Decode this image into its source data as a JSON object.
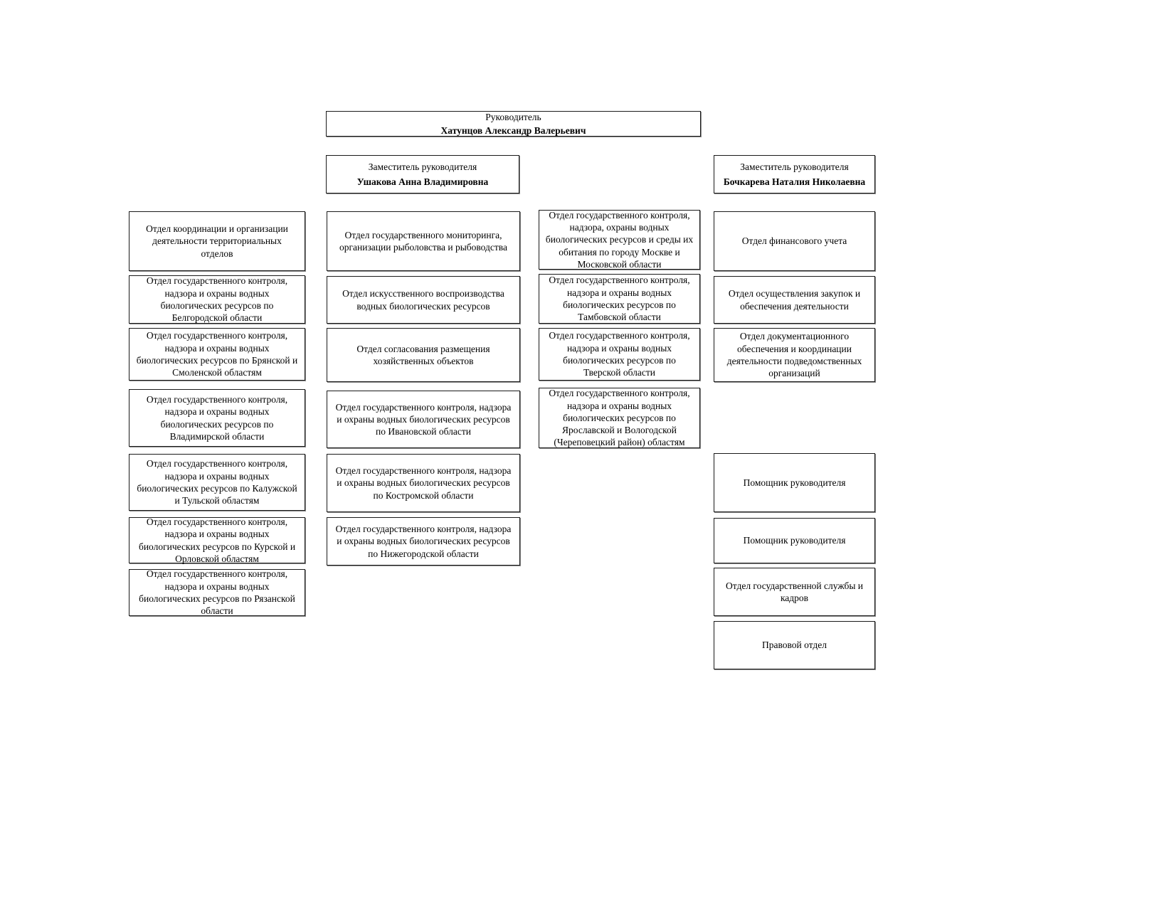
{
  "header": {
    "title": "Руководитель",
    "name": "Хатунцов Александр Валерьевич"
  },
  "deputies": [
    {
      "title": "Заместитель руководителя",
      "name": "Ушакова Анна Владимировна"
    },
    {
      "title": "Заместитель руководителя",
      "name": "Бочкарева Наталия Николаевна"
    }
  ],
  "columns": [
    {
      "boxes": [
        {
          "text": "Отдел координации и организации деятельности территориальных отделов"
        },
        {
          "text": "Отдел государственного контроля, надзора и охраны водных биологических ресурсов по Белгородской области"
        },
        {
          "text": "Отдел государственного контроля, надзора и охраны водных биологических ресурсов по Брянской и Смоленской областям"
        },
        {
          "text": "Отдел государственного контроля, надзора и охраны водных биологических ресурсов по Владимирской области"
        },
        {
          "text": "Отдел государственного контроля, надзора и охраны водных биологических ресурсов по Калужской и Тульской областям"
        },
        {
          "text": "Отдел государственного контроля, надзора и охраны водных биологических ресурсов по Курской и Орловской областям"
        },
        {
          "text": "Отдел государственного контроля, надзора и охраны водных биологических ресурсов по Рязанской области"
        }
      ]
    },
    {
      "boxes": [
        {
          "text": "Отдел государственного мониторинга, организации рыболовства и рыбоводства"
        },
        {
          "text": "Отдел искусственного воспроизводства водных биологических ресурсов"
        },
        {
          "text": "Отдел согласования размещения хозяйственных объектов"
        },
        {
          "text": "Отдел государственного контроля, надзора и охраны водных биологических ресурсов по Ивановской области"
        },
        {
          "text": "Отдел государственного контроля, надзора и охраны водных биологических ресурсов по Костромской области"
        },
        {
          "text": "Отдел государственного контроля, надзора и охраны водных биологических ресурсов по Нижегородской области"
        }
      ]
    },
    {
      "boxes": [
        {
          "text": "Отдел государственного контроля, надзора, охраны водных биологических ресурсов и среды их обитания по городу Москве и Московской области"
        },
        {
          "text": "Отдел государственного контроля, надзора и охраны водных биологических ресурсов по Тамбовской области"
        },
        {
          "text": "Отдел государственного контроля, надзора и охраны водных биологических ресурсов по Тверской области"
        },
        {
          "text": "Отдел государственного контроля, надзора и охраны водных биологических ресурсов по Ярославской и Вологодской (Череповецкий район) областям"
        }
      ]
    },
    {
      "boxes": [
        {
          "text": "Отдел финансового учета"
        },
        {
          "text": "Отдел осуществления закупок и обеспечения деятельности"
        },
        {
          "text": "Отдел документационного обеспечения и координации деятельности подведомственных организаций"
        },
        {
          "text": "Помощник руководителя"
        },
        {
          "text": "Помощник руководителя"
        },
        {
          "text": "Отдел государственной службы и кадров"
        },
        {
          "text": "Правовой отдел"
        }
      ]
    }
  ]
}
